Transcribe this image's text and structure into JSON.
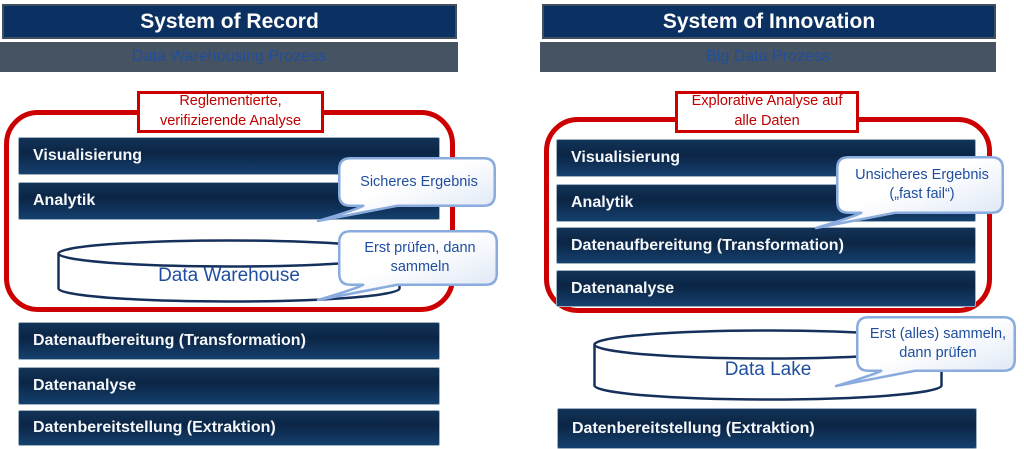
{
  "diagram": {
    "left": {
      "title": "System of Record",
      "subtitle": "Data Warehousing Prozess",
      "scope_label": "Reglementierte,\nverifizierende Analyse",
      "stages": [
        "Visualisierung",
        "Analytik",
        "Datenaufbereitung (Transformation)",
        "Datenanalyse",
        "Datenbereitstellung (Extraktion)"
      ],
      "store": "Data Warehouse",
      "bubble_result": "Sicheres Ergebnis",
      "bubble_process": "Erst prüfen, dann\nsammeln"
    },
    "right": {
      "title": "System of Innovation",
      "subtitle": "Big Data Prozess",
      "scope_label": "Explorative Analyse auf\nalle Daten",
      "stages": [
        "Visualisierung",
        "Analytik",
        "Datenaufbereitung (Transformation)",
        "Datenanalyse",
        "Datenbereitstellung (Extraktion)"
      ],
      "store": "Data Lake",
      "bubble_result": "Unsicheres Ergebnis\n(„fast fail“)",
      "bubble_process": "Erst (alles) sammeln,\ndann prüfen"
    },
    "colors": {
      "header_navy": "#0a3161",
      "subheader_slate": "#465362",
      "bar_navy": "#0b2545",
      "scope_red": "#cc0000",
      "accent_blue_text": "#1f4e9e",
      "bubble_border": "#8aabdd"
    }
  }
}
